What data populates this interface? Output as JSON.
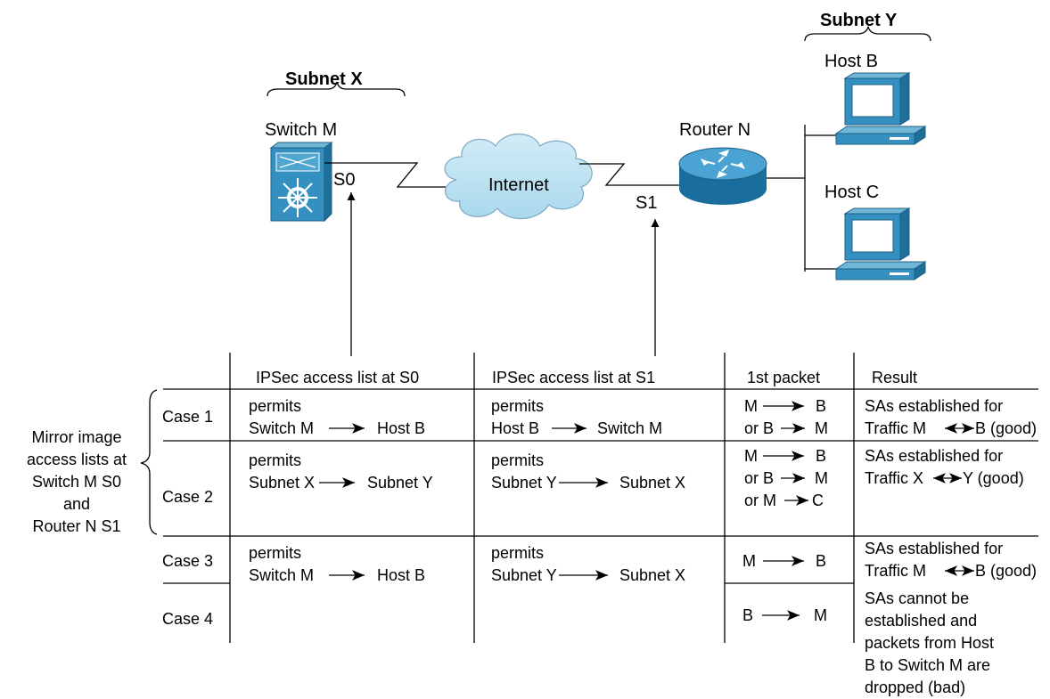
{
  "topology": {
    "subnet_x": "Subnet X",
    "subnet_y": "Subnet Y",
    "switch_m": "Switch M",
    "router_n": "Router N",
    "internet": "Internet",
    "s0": "S0",
    "s1": "S1",
    "host_b": "Host B",
    "host_c": "Host C"
  },
  "side_note": [
    "Mirror image",
    "access lists at",
    "Switch M S0",
    "and",
    "Router N S1"
  ],
  "table": {
    "headers": {
      "s0": "IPSec access list at S0",
      "s1": "IPSec access list at S1",
      "first": "1st packet",
      "result": "Result"
    },
    "cases": {
      "case1": {
        "label": "Case 1",
        "s0_verb": "permits",
        "s0_from": "Switch M",
        "s0_to": "Host B",
        "s1_verb": "permits",
        "s1_from": "Host B",
        "s1_to": "Switch M",
        "p1_from": "M",
        "p1_to": "B",
        "p2_from": "or B",
        "p2_to": "M",
        "result1": "SAs established for",
        "result2_pre": "Traffic M",
        "result2_post": "B (good)"
      },
      "case2": {
        "label": "Case 2",
        "s0_verb": "permits",
        "s0_from": "Subnet X",
        "s0_to": "Subnet Y",
        "s1_verb": "permits",
        "s1_from": "Subnet Y",
        "s1_to": "Subnet X",
        "p1_from": "M",
        "p1_to": "B",
        "p2_from": "or B",
        "p2_to": "M",
        "p3_from": "or M",
        "p3_to": "C",
        "result1": "SAs established for",
        "result2_pre": "Traffic X",
        "result2_post": "Y (good)"
      },
      "case3": {
        "label": "Case 3",
        "s0_verb": "permits",
        "s0_from": "Switch M",
        "s0_to": "Host B",
        "s1_verb": "permits",
        "s1_from": "Subnet Y",
        "s1_to": "Subnet X",
        "p1_from": "M",
        "p1_to": "B",
        "result1": "SAs established for",
        "result2_pre": "Traffic M",
        "result2_post": "B (good)"
      },
      "case4": {
        "label": "Case 4",
        "p1_from": "B",
        "p1_to": "M",
        "result_lines": [
          "SAs cannot be",
          "established and",
          "packets from Host",
          "B to Switch M are",
          "dropped (bad)"
        ]
      }
    }
  }
}
